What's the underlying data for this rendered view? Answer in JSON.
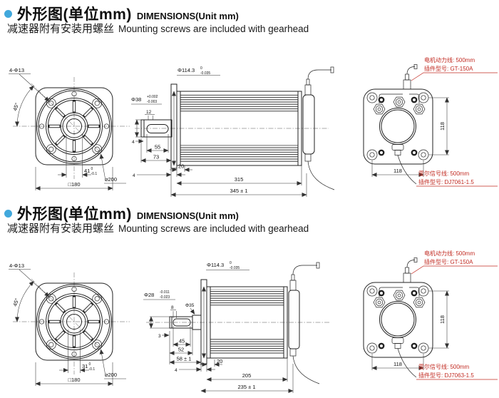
{
  "colors": {
    "bullet_blue": "#41a8dc",
    "annotation_red": "#c22b22",
    "line_black": "#222222"
  },
  "sections": [
    {
      "heading_cn": "外形图(单位mm)",
      "heading_en": "DIMENSIONS(Unit mm)",
      "subtitle_cn": "减速器附有安装用螺丝",
      "subtitle_en": "Mounting screws are included with gearhead",
      "front": {
        "bolt_label": "4-Φ13",
        "angle": "45°",
        "flange_dia": "⌀200",
        "key_dim": "41",
        "key_tol_top": "0",
        "key_tol_bot": "-0.1",
        "square": "□180"
      },
      "side": {
        "shaft_dia": "Φ38",
        "shaft_tol_top": "+0.002",
        "shaft_tol_bot": "-0.003",
        "key_width": "12",
        "step": "4",
        "key_len": "55",
        "shaft_len": "73",
        "body_dia": "Φ114.3",
        "body_tol_top": "0",
        "body_tol_bot": "-0.035",
        "flange_thk": "4",
        "pilot_len": "20",
        "body_len": "315",
        "total_len": "345 ± 1"
      },
      "rear": {
        "bolt_spacing_v": "118",
        "bolt_spacing_h": "118",
        "power_label_1": "电机动力线: 500mm",
        "power_label_2": "插件型号: GT-150A",
        "hall_label_1": "霍尔信号线: 500mm",
        "hall_label_2": "插件型号: DJ7061-1.5"
      }
    },
    {
      "heading_cn": "外形图(单位mm)",
      "heading_en": "DIMENSIONS(Unit mm)",
      "subtitle_cn": "减速器附有安装用螺丝",
      "subtitle_en": "Mounting screws are included with gearhead",
      "front": {
        "bolt_label": "4-Φ13",
        "angle": "45°",
        "flange_dia": "⌀200",
        "key_dim": "31",
        "key_tol_top": "0",
        "key_tol_bot": "-0.1",
        "square": "□180"
      },
      "side": {
        "shaft_dia": "Φ28",
        "shaft_tol_top": "-0.011",
        "shaft_tol_bot": "-0.023",
        "shaft_dia2": "Φ35",
        "key_width": "8",
        "tip_step": "3",
        "key_len": "45",
        "shaft28_len": "52",
        "shaft_len": "58 ± 1",
        "body_dia": "Φ114.3",
        "body_tol_top": "0",
        "body_tol_bot": "-0.035",
        "flange_thk": "4",
        "pilot_len": "20",
        "body_len": "205",
        "total_len": "235 ± 1"
      },
      "rear": {
        "bolt_spacing_v": "118",
        "bolt_spacing_h": "118",
        "power_label_1": "电机动力线: 500mm",
        "power_label_2": "插件型号: GT-150A",
        "hall_label_1": "霍尔信号线: 500mm",
        "hall_label_2": "插件型号: DJ7063-1.5"
      }
    }
  ]
}
